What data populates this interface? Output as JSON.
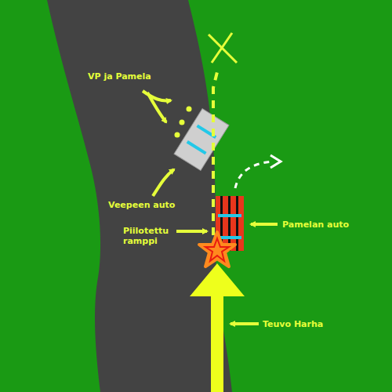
{
  "diagram": {
    "labels": [
      "VP ja Pamela",
      "Veepeen auto",
      "Piilotettu ramppi",
      "Pamelan auto",
      "Teuvo Harha"
    ]
  }
}
